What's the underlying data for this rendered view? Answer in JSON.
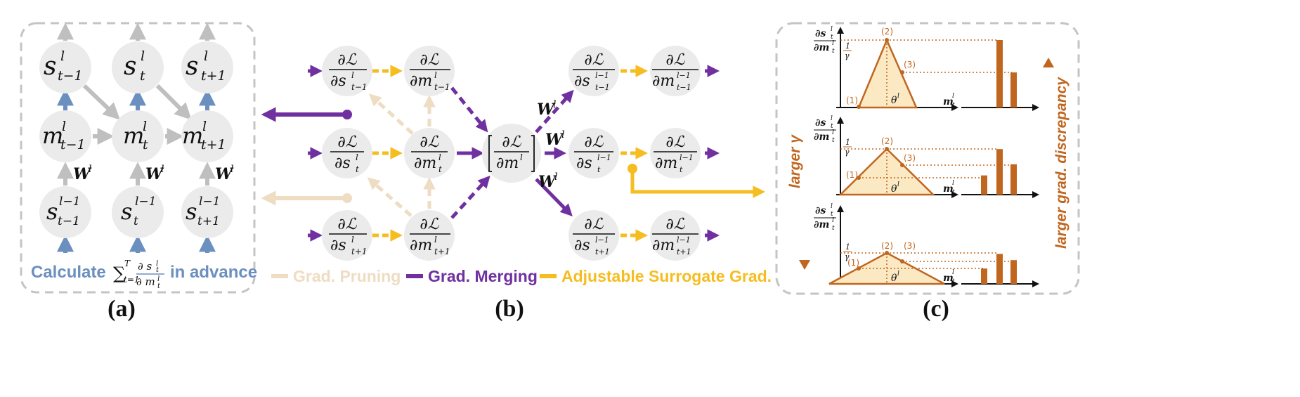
{
  "panel_a": {
    "caption": "(a)",
    "top_nodes": [
      {
        "base": "s",
        "sup": "l",
        "sub": "t−1"
      },
      {
        "base": "s",
        "sup": "l",
        "sub": "t"
      },
      {
        "base": "s",
        "sup": "l",
        "sub": "t+1"
      }
    ],
    "mid_nodes": [
      {
        "base": "m",
        "sup": "l",
        "sub": "t−1"
      },
      {
        "base": "m",
        "sup": "l",
        "sub": "t"
      },
      {
        "base": "m",
        "sup": "l",
        "sub": "t+1"
      }
    ],
    "bot_nodes": [
      {
        "base": "s",
        "sup": "l−1",
        "sub": "t−1"
      },
      {
        "base": "s",
        "sup": "l−1",
        "sub": "t"
      },
      {
        "base": "s",
        "sup": "l−1",
        "sub": "t+1"
      }
    ],
    "weight_label": "W",
    "weight_sup": "l",
    "note_prefix": "Calculate",
    "note_sum": "∑",
    "note_sum_sup": "T",
    "note_sum_sub": "t=1",
    "note_num": "∂ s",
    "note_num_sub": "t",
    "note_num_sup": "l",
    "note_den": "∂ m",
    "note_den_sub": "t",
    "note_den_sup": "l",
    "note_suffix": "in advance"
  },
  "panel_b": {
    "caption": "(b)",
    "numerator": "∂ℒ",
    "col1": [
      {
        "base": "∂s",
        "sup": "l",
        "sub": "t−1"
      },
      {
        "base": "∂s",
        "sup": "l",
        "sub": "t"
      },
      {
        "base": "∂s",
        "sup": "l",
        "sub": "t+1"
      }
    ],
    "col2": [
      {
        "base": "∂m",
        "sup": "l",
        "sub": "t−1"
      },
      {
        "base": "∂m",
        "sup": "l",
        "sub": "t"
      },
      {
        "base": "∂m",
        "sup": "l",
        "sub": "t+1"
      }
    ],
    "merge": {
      "base": "∂m",
      "sup": "l"
    },
    "col4": [
      {
        "base": "∂s",
        "sup": "l−1",
        "sub": "t−1"
      },
      {
        "base": "∂s",
        "sup": "l−1",
        "sub": "t"
      },
      {
        "base": "∂s",
        "sup": "l−1",
        "sub": "t+1"
      }
    ],
    "col5": [
      {
        "base": "∂m",
        "sup": "l−1",
        "sub": "t−1"
      },
      {
        "base": "∂m",
        "sup": "l−1",
        "sub": "t"
      },
      {
        "base": "∂m",
        "sup": "l−1",
        "sub": "t+1"
      }
    ],
    "weight_label": "W",
    "weight_sup": "l",
    "legend": [
      {
        "label": "Grad. Pruning",
        "color": "#eedcc3"
      },
      {
        "label": "Grad. Merging",
        "color": "#7030a0"
      },
      {
        "label": "Adjustable Surrogate Grad.",
        "color": "#f5bd1f"
      }
    ]
  },
  "panel_c": {
    "caption": "(c)",
    "left_side_label": "larger γ",
    "right_side_label": "larger grad. discrepancy",
    "y_axis_num": "∂s",
    "y_axis_num_sup": "l",
    "y_axis_num_sub": "t",
    "y_axis_den": "∂m",
    "y_axis_den_sup": "l",
    "y_axis_den_sub": "t",
    "x_axis": "m",
    "x_axis_sup": "l",
    "x_axis_sub": "t",
    "theta": "θ",
    "theta_sup": "l",
    "one_over_gamma_num": "1",
    "one_over_gamma_den": "γ",
    "point_labels": [
      "(1)",
      "(2)",
      "(3)"
    ],
    "plots": [
      {
        "bars": [
          0,
          1.0,
          0.52
        ]
      },
      {
        "bars": [
          0.38,
          0.9,
          0.6
        ]
      },
      {
        "bars": [
          0.42,
          0.82,
          0.65
        ]
      }
    ]
  },
  "colors": {
    "node": "#ebebeb",
    "gray_arrow": "#bfbfbf",
    "blue": "#6b8fbf",
    "purple": "#7030a0",
    "yellow": "#f5bd1f",
    "beige": "#eedcc3",
    "orange": "#c0661f",
    "fill": "#fbe9c4"
  }
}
